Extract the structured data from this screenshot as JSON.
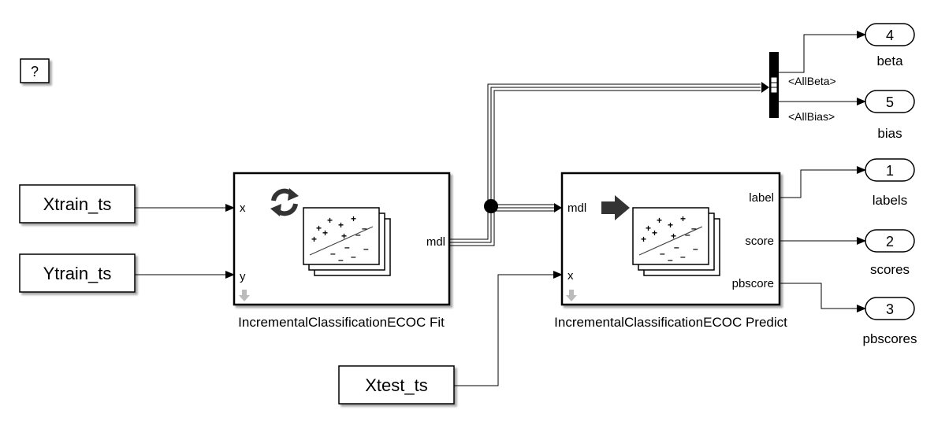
{
  "help_block": {
    "label": "?"
  },
  "inputs": {
    "xtrain": "Xtrain_ts",
    "ytrain": "Ytrain_ts",
    "xtest": "Xtest_ts"
  },
  "fit_block": {
    "name": "IncrementalClassificationECOC Fit",
    "port_x": "x",
    "port_y": "y",
    "port_mdl": "mdl",
    "icon": "refresh-icon"
  },
  "predict_block": {
    "name": "IncrementalClassificationECOC Predict",
    "port_mdl": "mdl",
    "port_x": "x",
    "port_label": "label",
    "port_score": "score",
    "port_pbscore": "pbscore",
    "icon": "arrow-right-icon"
  },
  "bus_selector": {
    "signal_1": "<AllBeta>",
    "signal_2": "<AllBias>"
  },
  "outports": [
    {
      "number": "4",
      "name": "beta"
    },
    {
      "number": "5",
      "name": "bias"
    },
    {
      "number": "1",
      "name": "labels"
    },
    {
      "number": "2",
      "name": "scores"
    },
    {
      "number": "3",
      "name": "pbscores"
    }
  ]
}
